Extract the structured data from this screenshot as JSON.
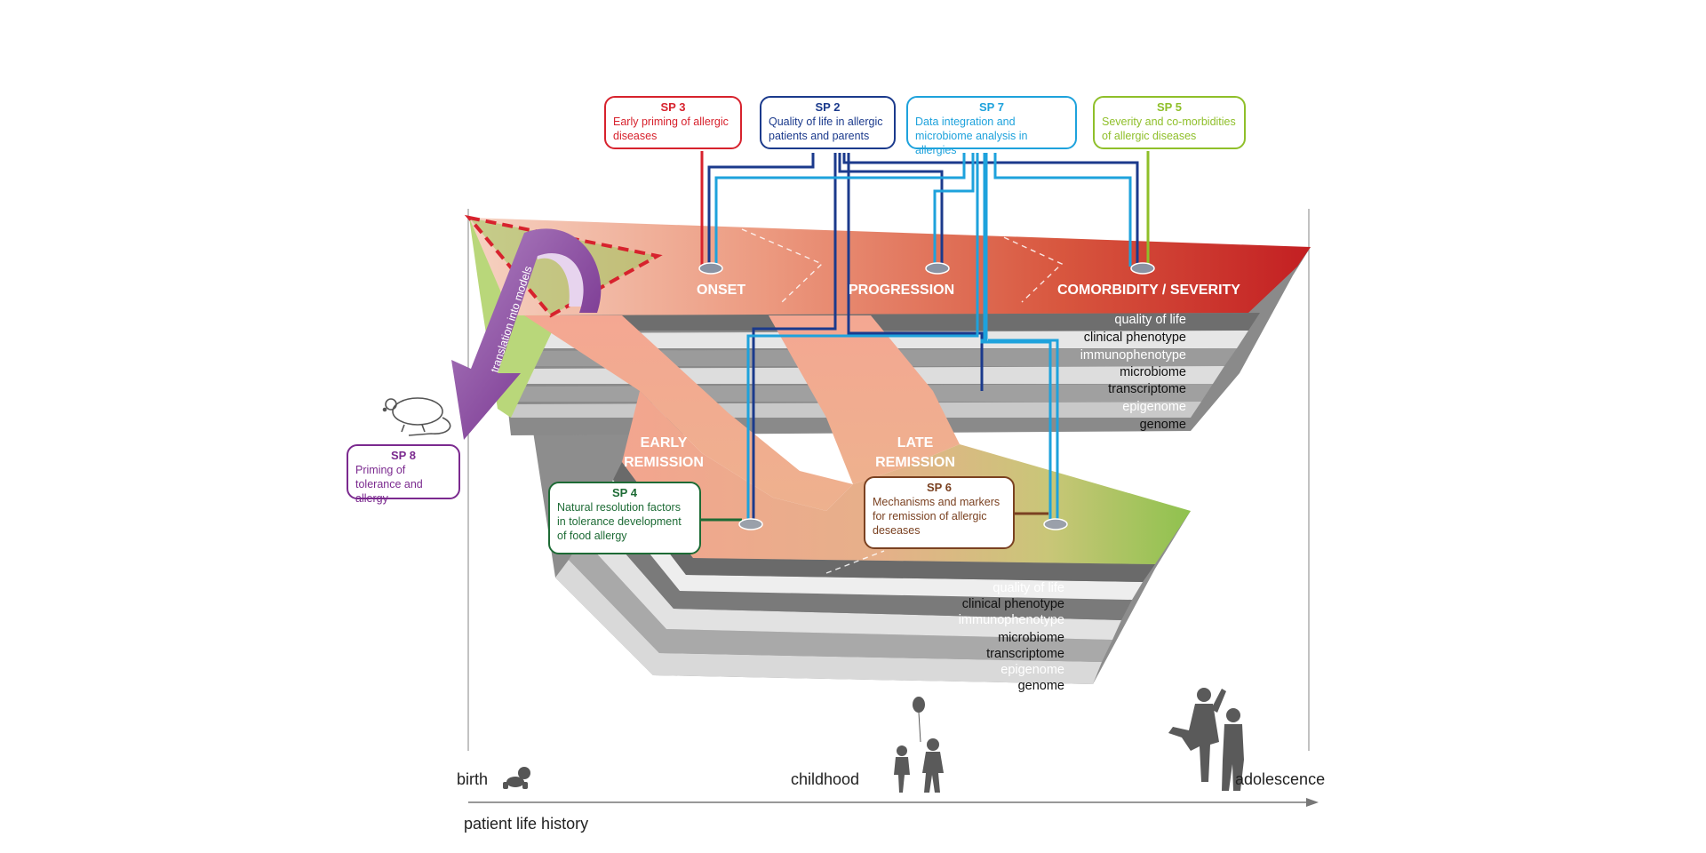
{
  "colors": {
    "sp3": "#d7222d",
    "sp2": "#1b3a8c",
    "sp7": "#1ea2dc",
    "sp5": "#8fbf2a",
    "sp8": "#7b2a8f",
    "sp4": "#1d6b35",
    "sp6": "#7a4121",
    "top_red": "#c62a26",
    "bottom_green": "#93c350"
  },
  "boxes": {
    "sp3": {
      "title": "SP 3",
      "desc": "Early priming of allergic diseases"
    },
    "sp2": {
      "title": "SP 2",
      "desc": "Quality of life in allergic patients and parents"
    },
    "sp7": {
      "title": "SP 7",
      "desc": "Data integration and microbiome analysis in allergies"
    },
    "sp5": {
      "title": "SP 5",
      "desc": "Severity and co-morbidities of allergic diseases"
    },
    "sp8": {
      "title": "SP 8",
      "desc": "Priming of tolerance and allergy"
    },
    "sp4": {
      "title": "SP 4",
      "desc": "Natural resolution factors in tolerance development of food allergy"
    },
    "sp6": {
      "title": "SP 6",
      "desc": "Mechanisms and markers for remission of allergic deseases"
    }
  },
  "stages": {
    "onset": "ONSET",
    "progression": "PROGRESSION",
    "comorbidity": "COMORBIDITY / SEVERITY",
    "early_remission_1": "EARLY",
    "early_remission_2": "REMISSION",
    "late_remission_1": "LATE",
    "late_remission_2": "REMISSION"
  },
  "arrow_label": "translation into models",
  "layers": [
    "quality of life",
    "clinical phenotype",
    "immunophenotype",
    "microbiome",
    "transcriptome",
    "epigenome",
    "genome"
  ],
  "timeline": {
    "birth": "birth",
    "childhood": "childhood",
    "adolescence": "adolescence",
    "axis_label": "patient life history"
  }
}
